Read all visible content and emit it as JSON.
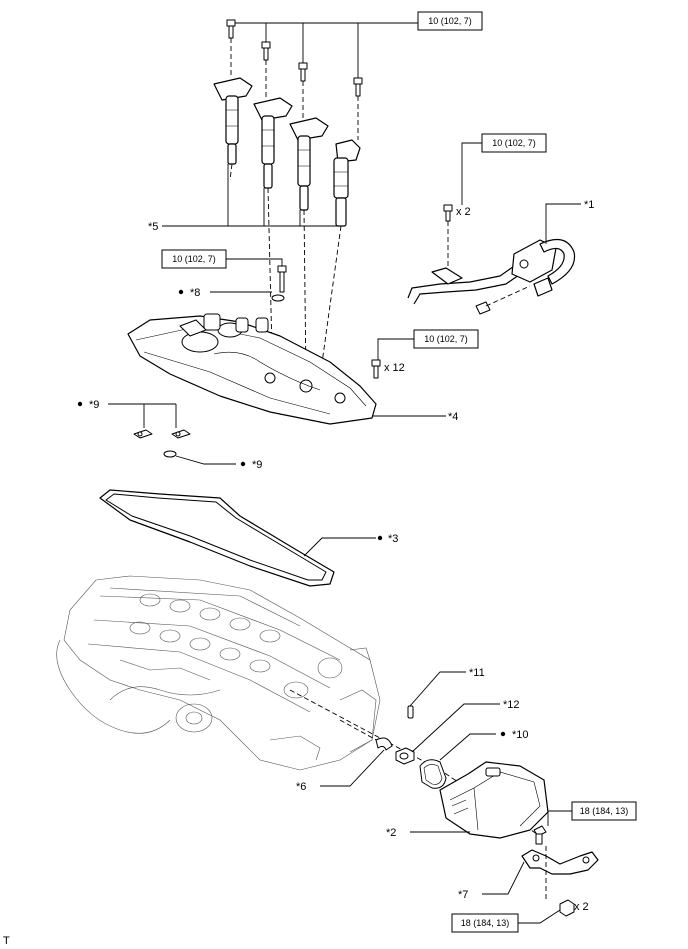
{
  "torques": {
    "coil_bolts": "10 (102, 7)",
    "sensor_bolts": "10 (102, 7)",
    "stud_bolt": "10 (102, 7)",
    "cover_bolts": "10 (102, 7)",
    "actuator_bolt": "18 (184, 13)",
    "bracket_nuts": "18 (184, 13)"
  },
  "labels": {
    "p1": "*1",
    "p2": "*2",
    "p3": "*3",
    "p4": "*4",
    "p5": "*5",
    "p6": "*6",
    "p7": "*7",
    "p8": "*8",
    "p9a": "*9",
    "p9b": "*9",
    "p10": "*10",
    "p11": "*11",
    "p12": "*12"
  },
  "quantities": {
    "sensor_bolts": "x 2",
    "cover_bolts": "x 12",
    "bracket_nuts": "x 2"
  },
  "footer_mark": "T",
  "colors": {
    "line": "#000000",
    "background": "#ffffff"
  }
}
